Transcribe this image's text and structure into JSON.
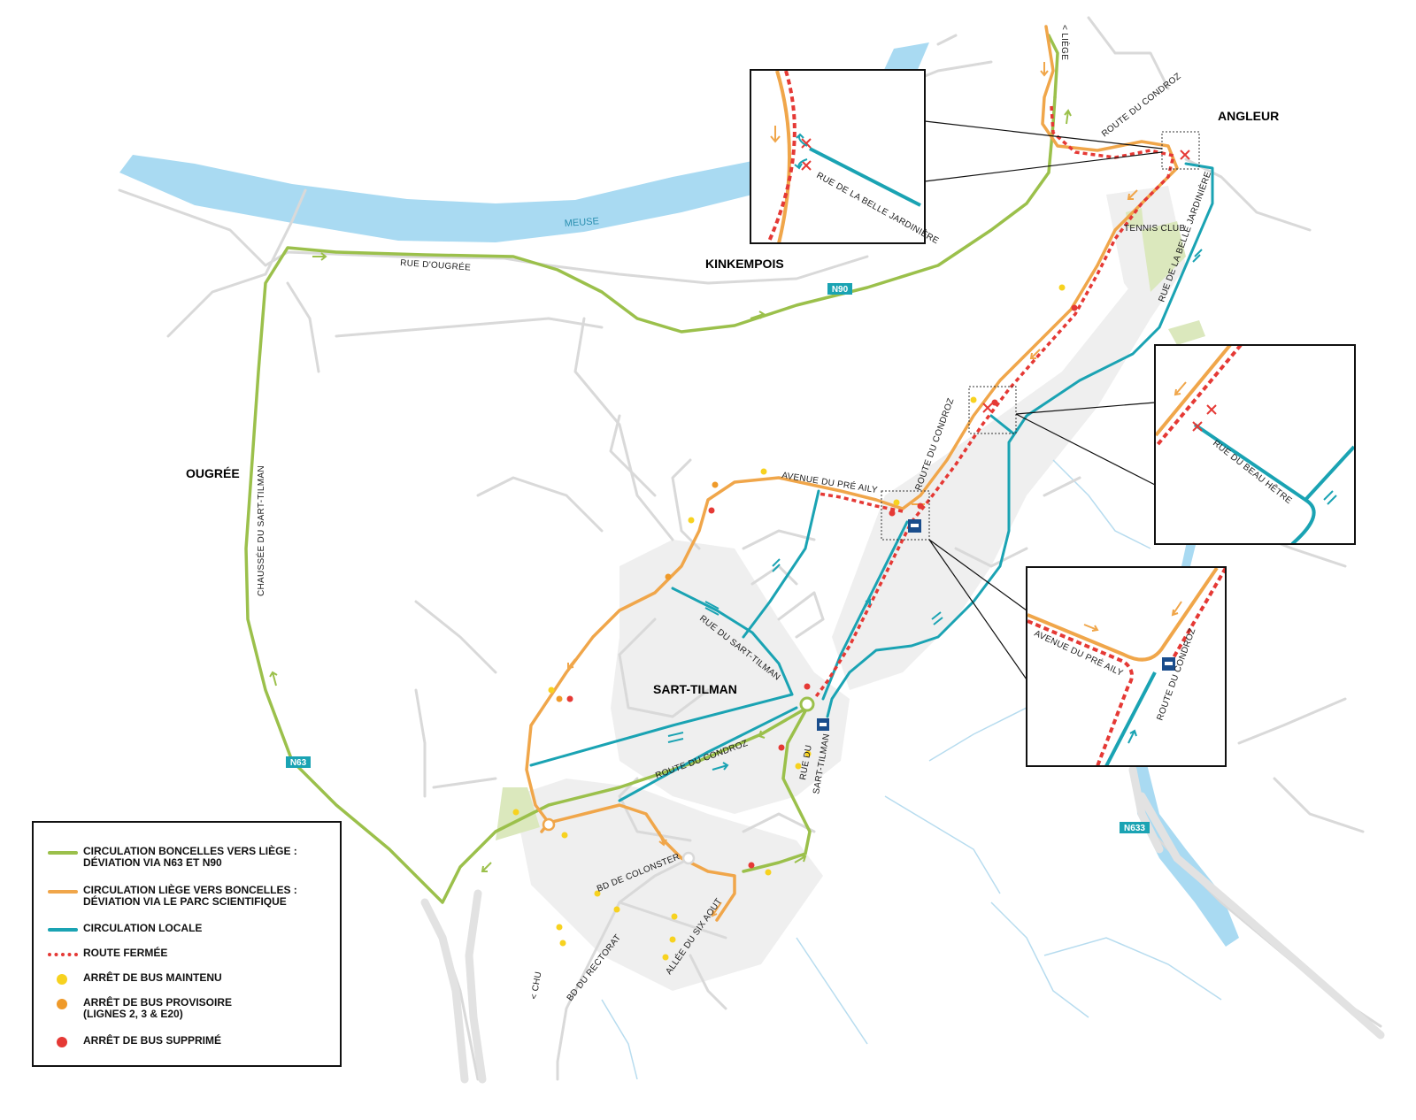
{
  "places": {
    "angleur": "ANGLEUR",
    "kinkempois": "KINKEMPOIS",
    "ougree": "OUGRÉE",
    "sart_tilman": "SART-TILMAN"
  },
  "water": {
    "meuse": "MEUSE"
  },
  "roads": {
    "rue_ougree": "RUE D'OUGRÉE",
    "route_condroz_top": "ROUTE DU CONDROZ",
    "route_condroz_mid": "ROUTE DU CONDROZ",
    "route_condroz_low": "ROUTE DU CONDROZ",
    "belle_jardiniere": "RUE DE LA BELLE JARDINIÈRE",
    "tennis": "TENNIS CLUB",
    "chaussee": "CHAUSSÉE DU SART-TILMAN",
    "pre_aily": "AVENUE DU PRÉ AILY",
    "rue_sart_tilman_1": "RUE DU SART-TILMAN",
    "rue_sart_tilman_2a": "RUE DU",
    "rue_sart_tilman_2b": "SART-TILMAN",
    "colonster": "BD DE COLONSTER",
    "rectorat": "BD DU RECTORAT",
    "six_aout": "ALLÉE DU SIX AOUT",
    "chu": "< CHU",
    "liege": "< LIÈGE"
  },
  "shields": {
    "n90": "N90",
    "n63": "N63",
    "n633": "N633"
  },
  "insets": {
    "inset1_road": "RUE DE LA BELLE JARDINIÈRE",
    "inset2_road": "RUE DU BEAU HÊTRE",
    "inset3_road_a": "AVENUE DU PRÉ AILY",
    "inset3_road_b": "ROUTE DU CONDROZ"
  },
  "colors": {
    "green": "#9bc04b",
    "orange": "#f0a64a",
    "teal": "#1aa3b3",
    "red": "#e53935",
    "yellow": "#f7d21f",
    "dark_orange": "#ef9a2a",
    "water": "#a9daf2"
  },
  "legend": {
    "green": "CIRCULATION BONCELLES VERS LIÈGE : DÉVIATION VIA N63 ET N90",
    "orange": "CIRCULATION LIÈGE VERS BONCELLES : DÉVIATION VIA LE PARC SCIENTIFIQUE",
    "teal": "CIRCULATION LOCALE",
    "closed": "ROUTE FERMÉE",
    "yellow": "ARRÊT DE BUS MAINTENU",
    "dark_orange": "ARRÊT DE BUS PROVISOIRE (LIGNES 2, 3 & E20)",
    "red": "ARRÊT DE BUS SUPPRIMÉ"
  }
}
